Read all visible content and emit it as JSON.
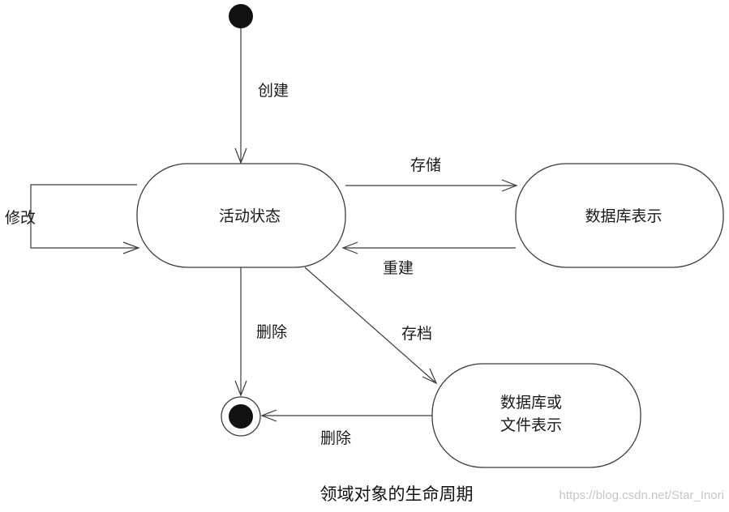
{
  "diagram": {
    "states": {
      "active": "活动状态",
      "db_repr": "数据库表示",
      "archive_line1": "数据库或",
      "archive_line2": "文件表示"
    },
    "transitions": {
      "create": "创建",
      "modify": "修改",
      "store": "存储",
      "rebuild": "重建",
      "delete_active": "删除",
      "archive": "存档",
      "delete_archive": "删除"
    },
    "caption": "领域对象的生命周期",
    "watermark": "https://blog.csdn.net/Star_Inori"
  },
  "colors": {
    "line": "#3a3a3a",
    "node_fill": "#111111",
    "background": "#ffffff",
    "watermark": "#c7c7c7"
  }
}
